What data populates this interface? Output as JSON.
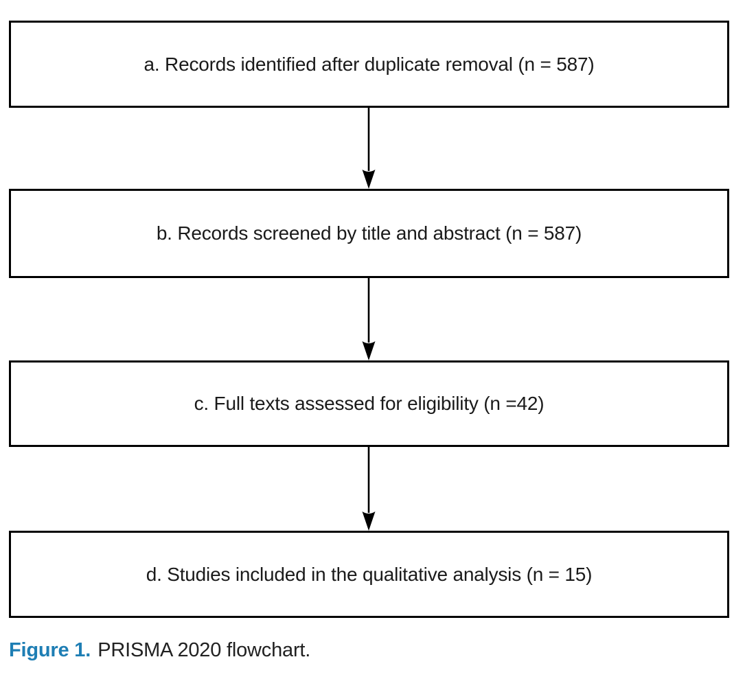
{
  "flowchart": {
    "boxes": [
      {
        "label": "a. Records identified after duplicate removal (n = 587)"
      },
      {
        "label": "b. Records screened by title and abstract (n = 587)"
      },
      {
        "label": "c. Full texts assessed for eligibility (n =42)"
      },
      {
        "label": "d. Studies included in the qualitative analysis (n = 15)"
      }
    ],
    "counts": {
      "identified": 587,
      "screened": 587,
      "full_text_assessed": 42,
      "included_qualitative": 15
    }
  },
  "caption": {
    "number": "Figure 1.",
    "text": "PRISMA 2020 flowchart."
  },
  "colors": {
    "caption_accent": "#1E7EB4",
    "box_border": "#000000",
    "box_text": "#1A1A1A",
    "background": "#FFFFFF",
    "arrow": "#000000"
  }
}
